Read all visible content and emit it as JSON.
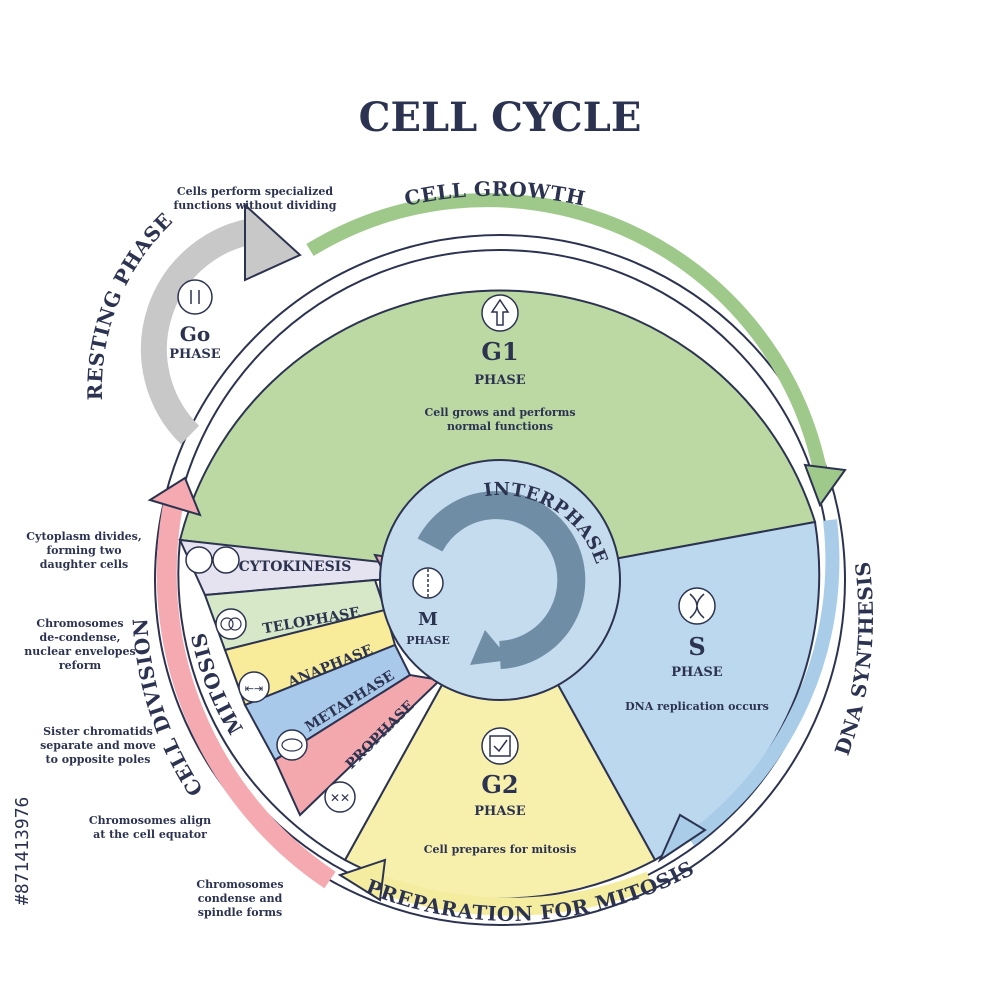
{
  "title": "CELL CYCLE",
  "arcs": {
    "cell_growth": "CELL GROWTH",
    "dna_synthesis": "DNA SYNTHESIS",
    "preparation": "PREPARATION FOR MITOSIS",
    "cell_division": "CELL DIVISION",
    "mitosis": "MITOSIS",
    "resting": "RESTING PHASE",
    "interphase": "INTERPHASE"
  },
  "phases": {
    "g0": {
      "name": "Go",
      "sub": "PHASE",
      "note": [
        "Cells perform specialized",
        "functions without dividing"
      ]
    },
    "g1": {
      "name": "G1",
      "sub": "PHASE",
      "note": [
        "Cell grows and performs",
        "normal functions"
      ]
    },
    "s": {
      "name": "S",
      "sub": "PHASE",
      "note": [
        "DNA replication occurs"
      ]
    },
    "g2": {
      "name": "G2",
      "sub": "PHASE",
      "note": [
        "Cell prepares for mitosis"
      ]
    },
    "m": {
      "name": "M",
      "sub": "PHASE"
    }
  },
  "stages": {
    "cytokinesis": {
      "label": "CYTOKINESIS",
      "note": [
        "Cytoplasm divides,",
        "forming two",
        "daughter cells"
      ]
    },
    "telophase": {
      "label": "TELOPHASE",
      "note": [
        "Chromosomes",
        "de-condense,",
        "nuclear envelopes",
        "reform"
      ]
    },
    "anaphase": {
      "label": "ANAPHASE",
      "note": [
        "Sister chromatids",
        "separate and move",
        "to opposite poles"
      ]
    },
    "metaphase": {
      "label": "METAPHASE",
      "note": [
        "Chromosomes align",
        "at the cell equator"
      ]
    },
    "prophase": {
      "label": "PROPHASE",
      "note": [
        "Chromosomes",
        "condense and",
        "spindle forms"
      ]
    }
  },
  "stock_id": "#871413976",
  "colors": {
    "g1": "#bcd9a4",
    "s": "#bcd8ef",
    "g2": "#f7f0ad",
    "m": "#f4aab0",
    "interphase": "#c5dcef",
    "interphase_arrow": "#6f8ea6",
    "rest_arrow": "#c8c8c8",
    "cytokinesis": "#e4e3ef",
    "telophase": "#d6e8c8",
    "anaphase": "#f8ec9a",
    "metaphase": "#a9c9ea",
    "prophase": "#f3a8ae",
    "ink": "#2c3350"
  },
  "icons": {
    "g0": "pause-icon",
    "g1": "up-arrow-icon",
    "s": "dna-helix-icon",
    "g2": "checkbox-icon",
    "m": "cell-split-icon"
  }
}
